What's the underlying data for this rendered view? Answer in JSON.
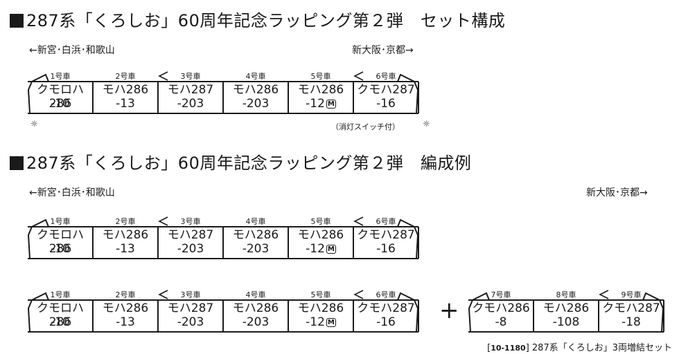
{
  "section1": {
    "heading": "287系「くろしお」60周年記念ラッピング第２弾　セット構成",
    "dir_left": "←新宮･白浜･和歌山",
    "dir_right": "新大阪･京都→",
    "cars": [
      {
        "no": "1号車",
        "name": "クモロハ286",
        "num": "-10"
      },
      {
        "no": "2号車",
        "name": "モハ286",
        "num": "-13"
      },
      {
        "no": "3号車",
        "name": "モハ287",
        "num": "-203"
      },
      {
        "no": "4号車",
        "name": "モハ286",
        "num": "-203"
      },
      {
        "no": "5号車",
        "name": "モハ286",
        "num": "-12",
        "badge": "M"
      },
      {
        "no": "6号車",
        "name": "クモハ287",
        "num": "-16"
      }
    ],
    "note": "（消灯スイッチ付）"
  },
  "section2": {
    "heading": "287系「くろしお」60周年記念ラッピング第２弾　編成例",
    "dir_left": "←新宮･白浜･和歌山",
    "dir_right": "新大阪･京都→",
    "train_a": [
      {
        "no": "1号車",
        "name": "クモロハ286",
        "num": "-10"
      },
      {
        "no": "2号車",
        "name": "モハ286",
        "num": "-13"
      },
      {
        "no": "3号車",
        "name": "モハ287",
        "num": "-203"
      },
      {
        "no": "4号車",
        "name": "モハ286",
        "num": "-203"
      },
      {
        "no": "5号車",
        "name": "モハ286",
        "num": "-12",
        "badge": "M"
      },
      {
        "no": "6号車",
        "name": "クモハ287",
        "num": "-16"
      }
    ],
    "train_b": [
      {
        "no": "1号車",
        "name": "クモロハ286",
        "num": "-10"
      },
      {
        "no": "2号車",
        "name": "モハ286",
        "num": "-13"
      },
      {
        "no": "3号車",
        "name": "モハ287",
        "num": "-203"
      },
      {
        "no": "4号車",
        "name": "モハ286",
        "num": "-203"
      },
      {
        "no": "5号車",
        "name": "モハ286",
        "num": "-12",
        "badge": "M"
      },
      {
        "no": "6号車",
        "name": "クモハ287",
        "num": "-16"
      }
    ],
    "plus": "+",
    "extension": [
      {
        "no": "7号車",
        "name": "クモハ286",
        "num": "-8"
      },
      {
        "no": "8号車",
        "name": "モハ286",
        "num": "-108"
      },
      {
        "no": "9号車",
        "name": "クモハ287",
        "num": "-18"
      }
    ],
    "caption_code": "10-1180",
    "caption_text": "287系「くろしお」3両増結セット"
  }
}
